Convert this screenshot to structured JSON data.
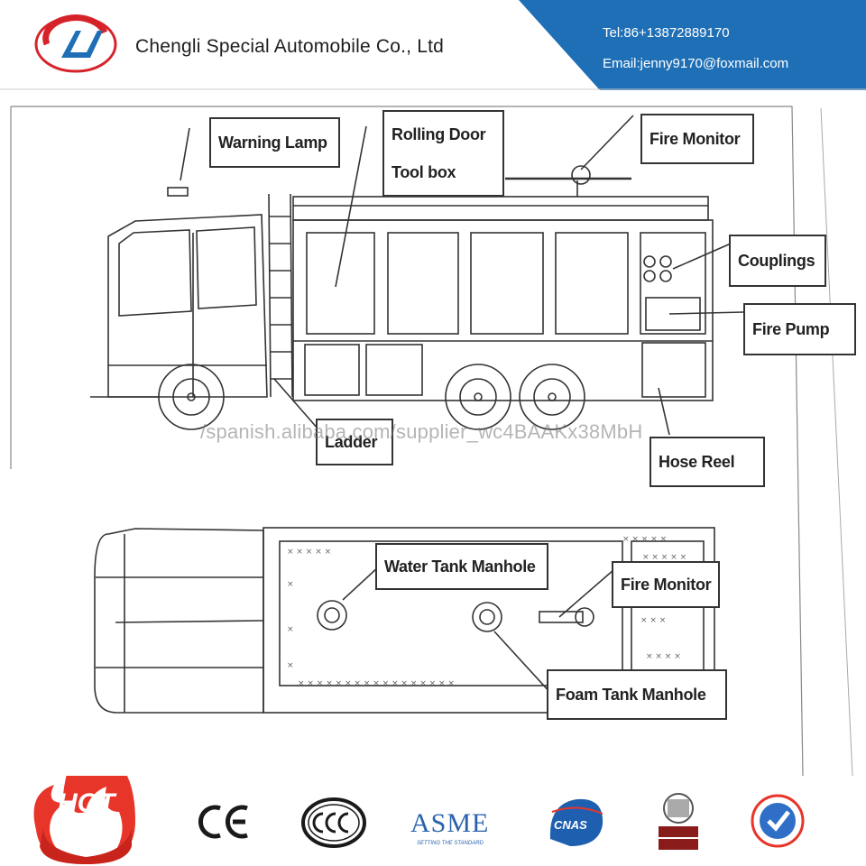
{
  "header": {
    "company_name": "Chengli Special Automobile Co., Ltd",
    "tel": "Tel:86+13872889170",
    "email": "Email:jenny9170@foxmail.com",
    "brand_color": "#1f6fb6",
    "logo_red": "#d6232a"
  },
  "diagram": {
    "side_view_labels": {
      "warning_lamp": "Warning Lamp",
      "rolling_door": "Rolling Door",
      "tool_box": "Tool box",
      "fire_monitor": "Fire Monitor",
      "couplings": "Couplings",
      "fire_pump": "Fire Pump",
      "ladder": "Ladder",
      "hose_reel": "Hose Reel"
    },
    "top_view_labels": {
      "water_tank_manhole": "Water Tank Manhole",
      "fire_monitor": "Fire Monitor",
      "foam_tank_manhole": "Foam Tank Manhole"
    },
    "watermark": "/spanish.alibaba.com/supplier_wc4BAAKx38MbH"
  },
  "footer": {
    "hot_badge": "HOT",
    "hot_color": "#e8352a",
    "certifications": [
      "CE",
      "CCC",
      "ASME",
      "CNAS",
      "BUREAU VERITAS",
      "Supplier Assessment"
    ],
    "asme_tagline": "SETTING THE STANDARD"
  }
}
